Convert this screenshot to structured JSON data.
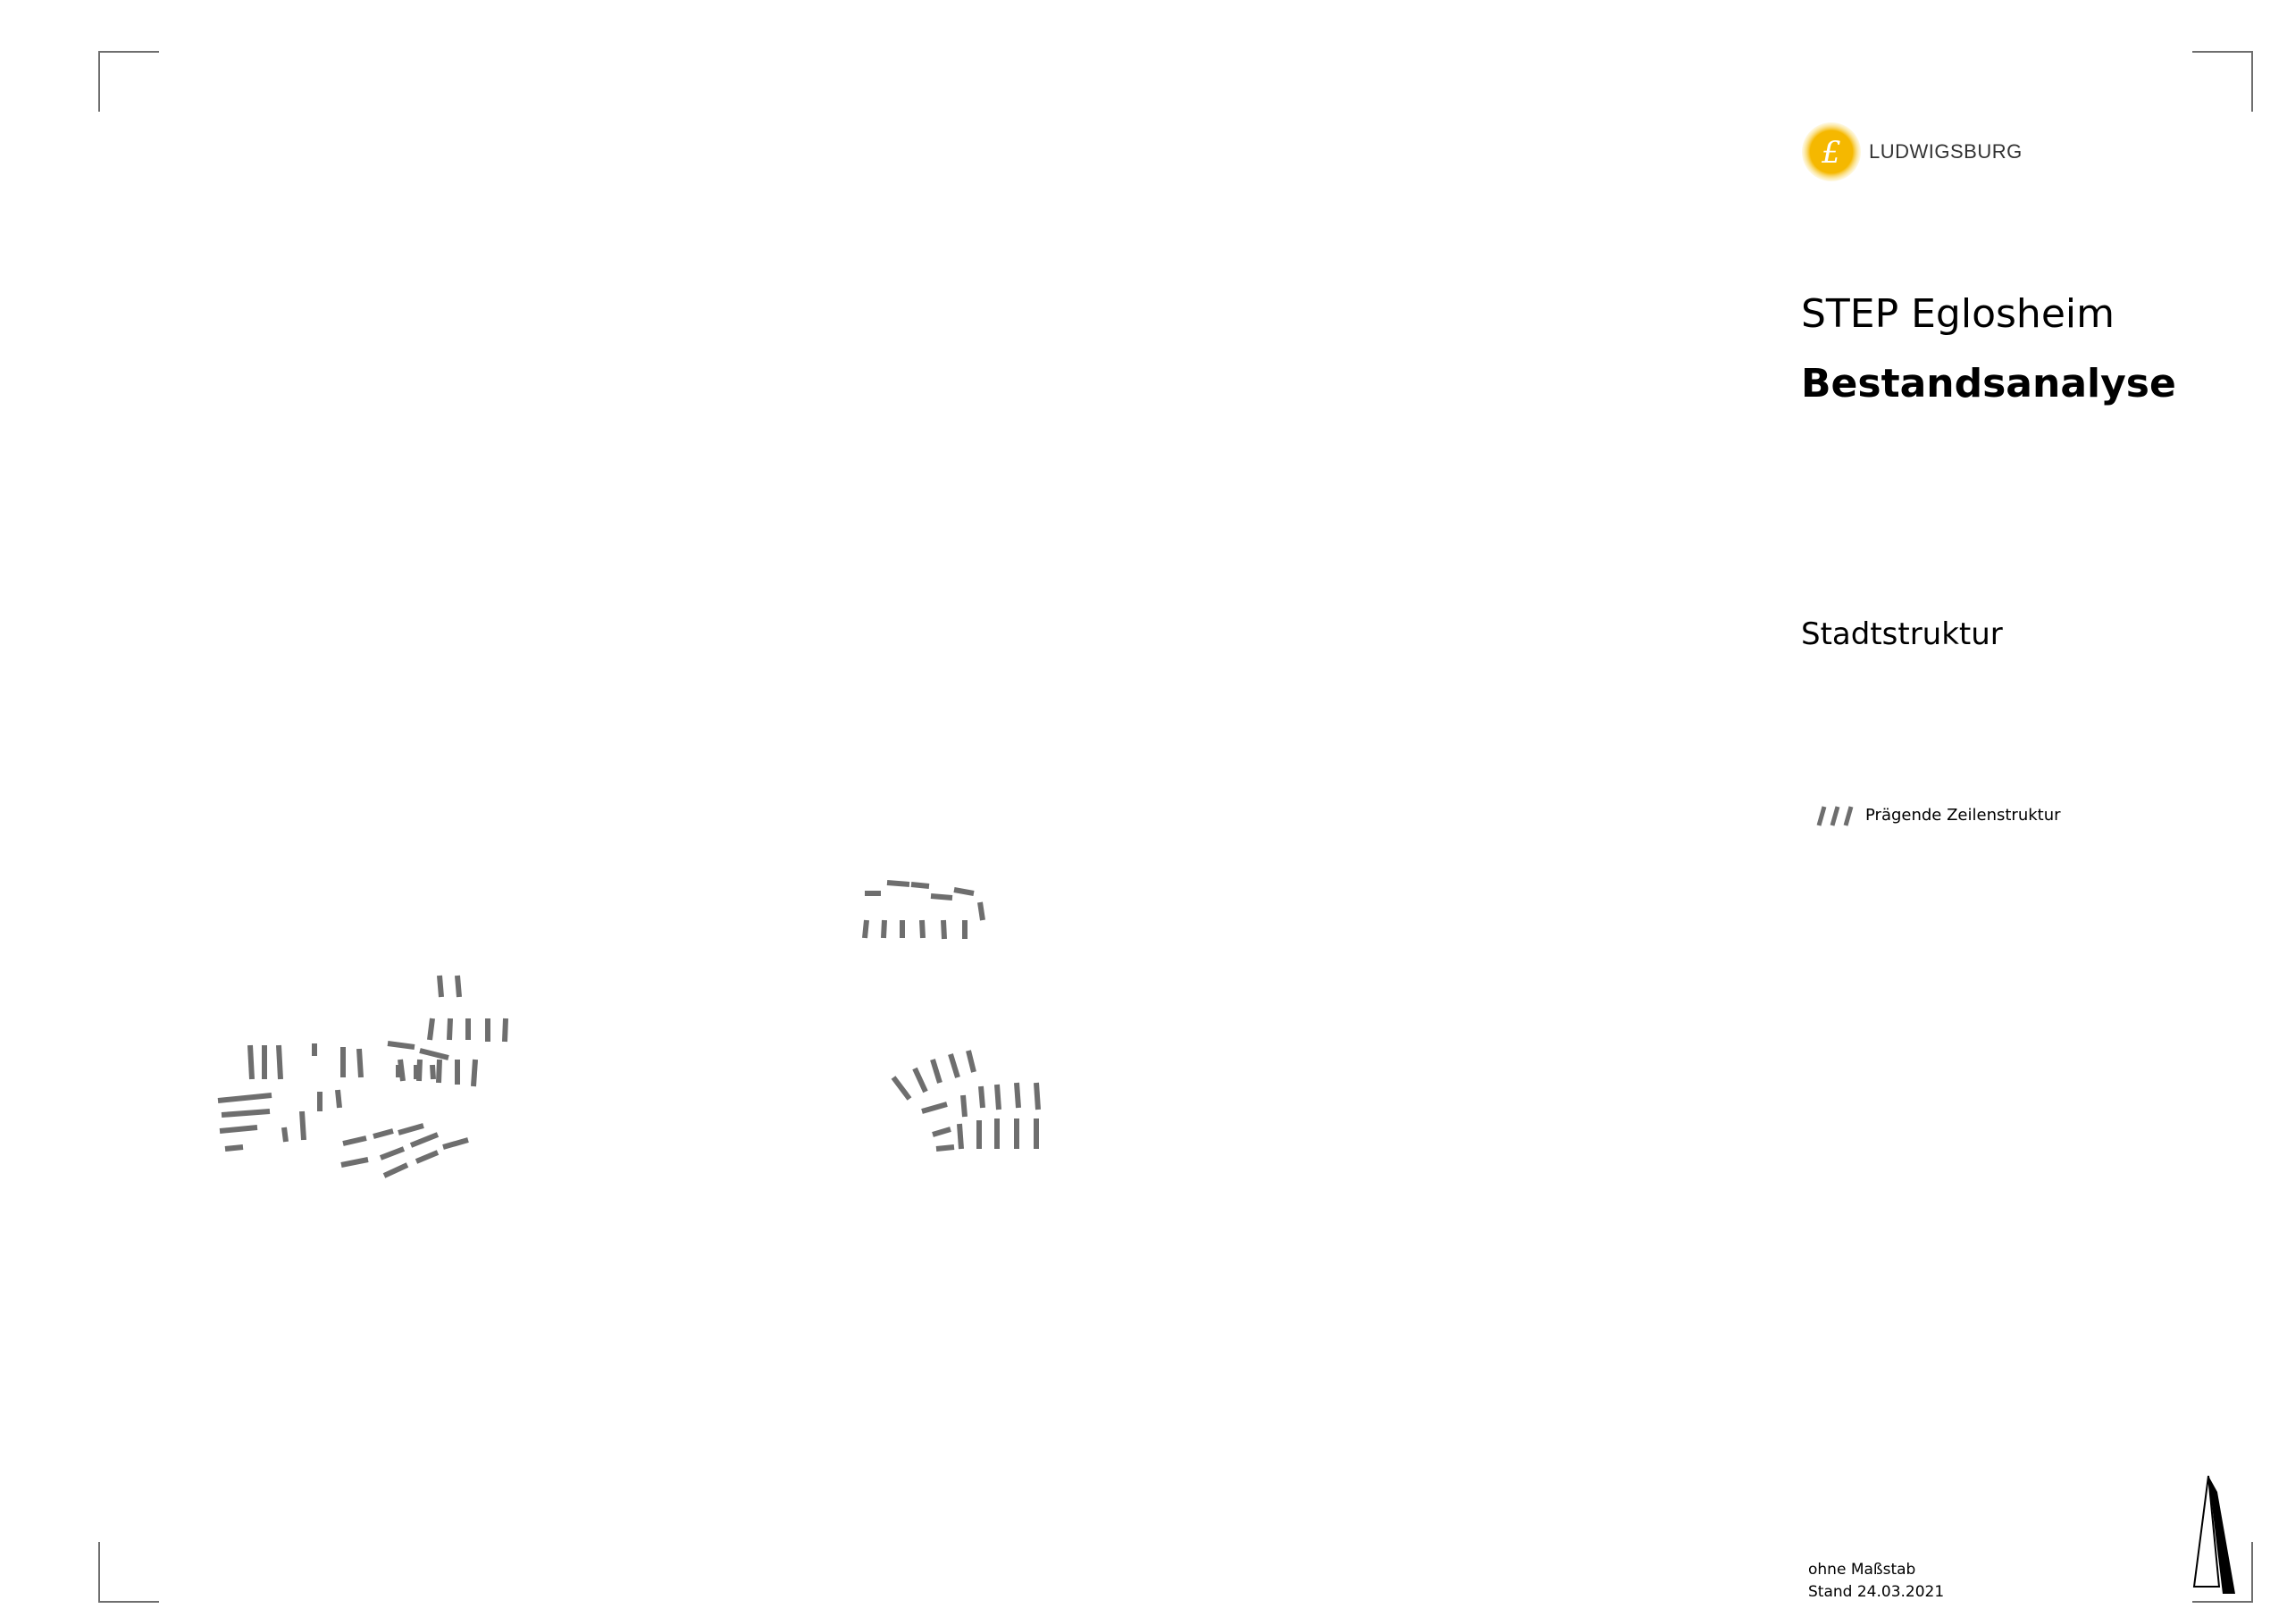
{
  "header": {
    "logo_text": "LUDWIGSBURG",
    "logo_color": "#f5b800",
    "title": "STEP Eglosheim",
    "subtitle": "Bestandsanalyse",
    "section": "Stadtstruktur"
  },
  "legend": {
    "items": [
      {
        "label": "Prägende Zeilenstruktur",
        "color": "#6e6e6e",
        "icon": "hatch-icon"
      }
    ]
  },
  "map": {
    "feature_color": "#6e6e6e",
    "feature_type": "Prägende Zeilenstruktur"
  },
  "footer": {
    "scale": "ohne Maßstab",
    "date": "Stand 24.03.2021"
  },
  "north_arrow": {
    "icon": "north-arrow-icon"
  }
}
